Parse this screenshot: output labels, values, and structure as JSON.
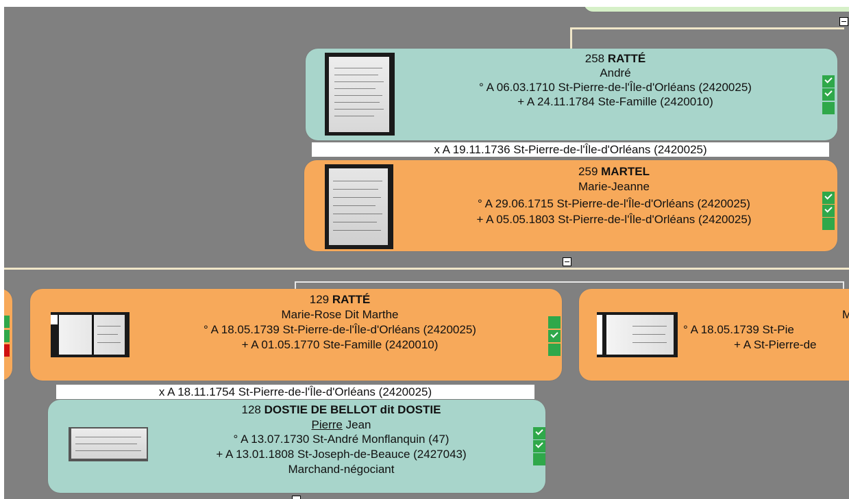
{
  "persons": {
    "p258": {
      "number": "258",
      "surname": "RATTÉ",
      "given": "André",
      "birth": "° A 06.03.1710 St-Pierre-de-l'Île-d'Orléans (2420025)",
      "death": "+ A 24.11.1784 Ste-Famille (2420010)"
    },
    "p259": {
      "number": "259",
      "surname": "MARTEL",
      "given": "Marie-Jeanne",
      "birth": "° A 29.06.1715 St-Pierre-de-l'Île-d'Orléans (2420025)",
      "death": "+ A 05.05.1803 St-Pierre-de-l'Île-d'Orléans (2420025)"
    },
    "p129": {
      "number": "129",
      "surname": "RATTÉ",
      "given": "Marie-Rose Dit Marthe",
      "birth": "° A 18.05.1739 St-Pierre-de-l'Île-d'Orléans (2420025)",
      "death": "+ A 01.05.1770 Ste-Famille (2420010)"
    },
    "p128": {
      "number": "128",
      "surname": "DOSTIE DE BELLOT dit DOSTIE",
      "given_underlined": "Pierre",
      "given_rest": "Jean",
      "birth": "° A 13.07.1730 St-André Monflanquin (47)",
      "death": "+ A 13.01.1808 St-Joseph-de-Beauce (2427043)",
      "occupation": "Marchand-négociant"
    },
    "partial": {
      "initial": "M",
      "birth": "° A 18.05.1739 St-Pie",
      "death": "+ A St-Pierre-de"
    }
  },
  "marriages": {
    "m258_259": "x A 19.11.1736 St-Pierre-de-l'Île-d'Orléans (2420025)",
    "m128_129": "x A 18.11.1754 St-Pierre-de-l'Île-d'Orléans (2420025)"
  },
  "colors": {
    "male_card": "#a8d5cb",
    "female_card": "#f7a95a",
    "background": "#808080",
    "status_ok": "#2fa84a",
    "status_error": "#d01010",
    "top_card": "#d6f0c8"
  }
}
